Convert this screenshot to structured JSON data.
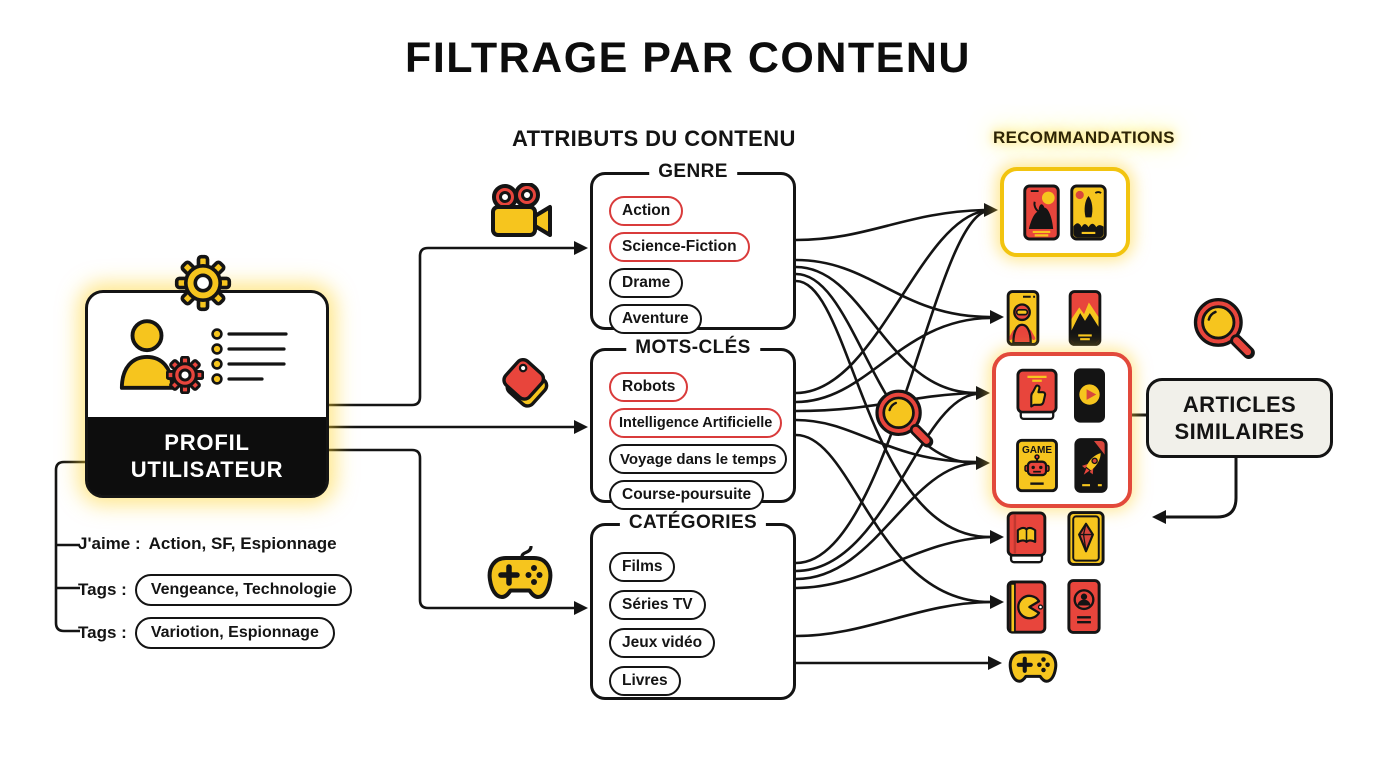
{
  "title": "FILTRAGE PAR CONTENU",
  "attributes": {
    "heading": "ATTRIBUTS DU CONTENU",
    "groups": [
      {
        "name": "GENRE",
        "items": [
          {
            "label": "Action",
            "highlighted": true
          },
          {
            "label": "Science-Fiction",
            "highlighted": true
          },
          {
            "label": "Drame",
            "highlighted": false
          },
          {
            "label": "Aventure",
            "highlighted": false
          }
        ]
      },
      {
        "name": "MOTS-CLÉS",
        "items": [
          {
            "label": "Robots",
            "highlighted": true
          },
          {
            "label": "Intelligence Artificielle",
            "highlighted": true
          },
          {
            "label": "Voyage dans le temps",
            "highlighted": false
          },
          {
            "label": "Course-poursuite",
            "highlighted": false
          }
        ]
      },
      {
        "name": "CATÉGORIES",
        "items": [
          {
            "label": "Films",
            "highlighted": false
          },
          {
            "label": "Séries TV",
            "highlighted": false
          },
          {
            "label": "Jeux vidéo",
            "highlighted": false
          },
          {
            "label": "Livres",
            "highlighted": false
          }
        ]
      }
    ]
  },
  "profile": {
    "card_title_line1": "PROFIL",
    "card_title_line2": "UTILISATEUR",
    "details": [
      {
        "label": "J'aime :",
        "value": "Action, SF, Espionnage",
        "pill": false
      },
      {
        "label": "Tags :",
        "value": "Vengeance, Technologie",
        "pill": true
      },
      {
        "label": "Tags :",
        "value": "Variotion, Espionnage",
        "pill": true
      }
    ]
  },
  "recommendations": {
    "heading": "RECOMMANDATIONS",
    "game_card_label": "GAME",
    "icons": [
      "monster-movie-poster",
      "rocket-movie-poster",
      "robot-movie-poster",
      "mountain-movie-poster",
      "thumbs-up-book",
      "play-video-card",
      "game-robot-card",
      "rocket-card",
      "reading-book",
      "gem-card",
      "pacman-book",
      "profile-card",
      "game-controller"
    ]
  },
  "similar_articles": {
    "line1": "ARTICLES",
    "line2": "SIMILAIRES"
  },
  "colors": {
    "yellow": "#F6C51E",
    "red": "#E8453C",
    "ink": "#141414",
    "highlight_pill": "#D93B3B",
    "yellow_group_border": "#F2C40F",
    "red_group_border": "#E2493B",
    "similar_box_bg": "#F1F0EA",
    "glow": "#FFE06E"
  }
}
